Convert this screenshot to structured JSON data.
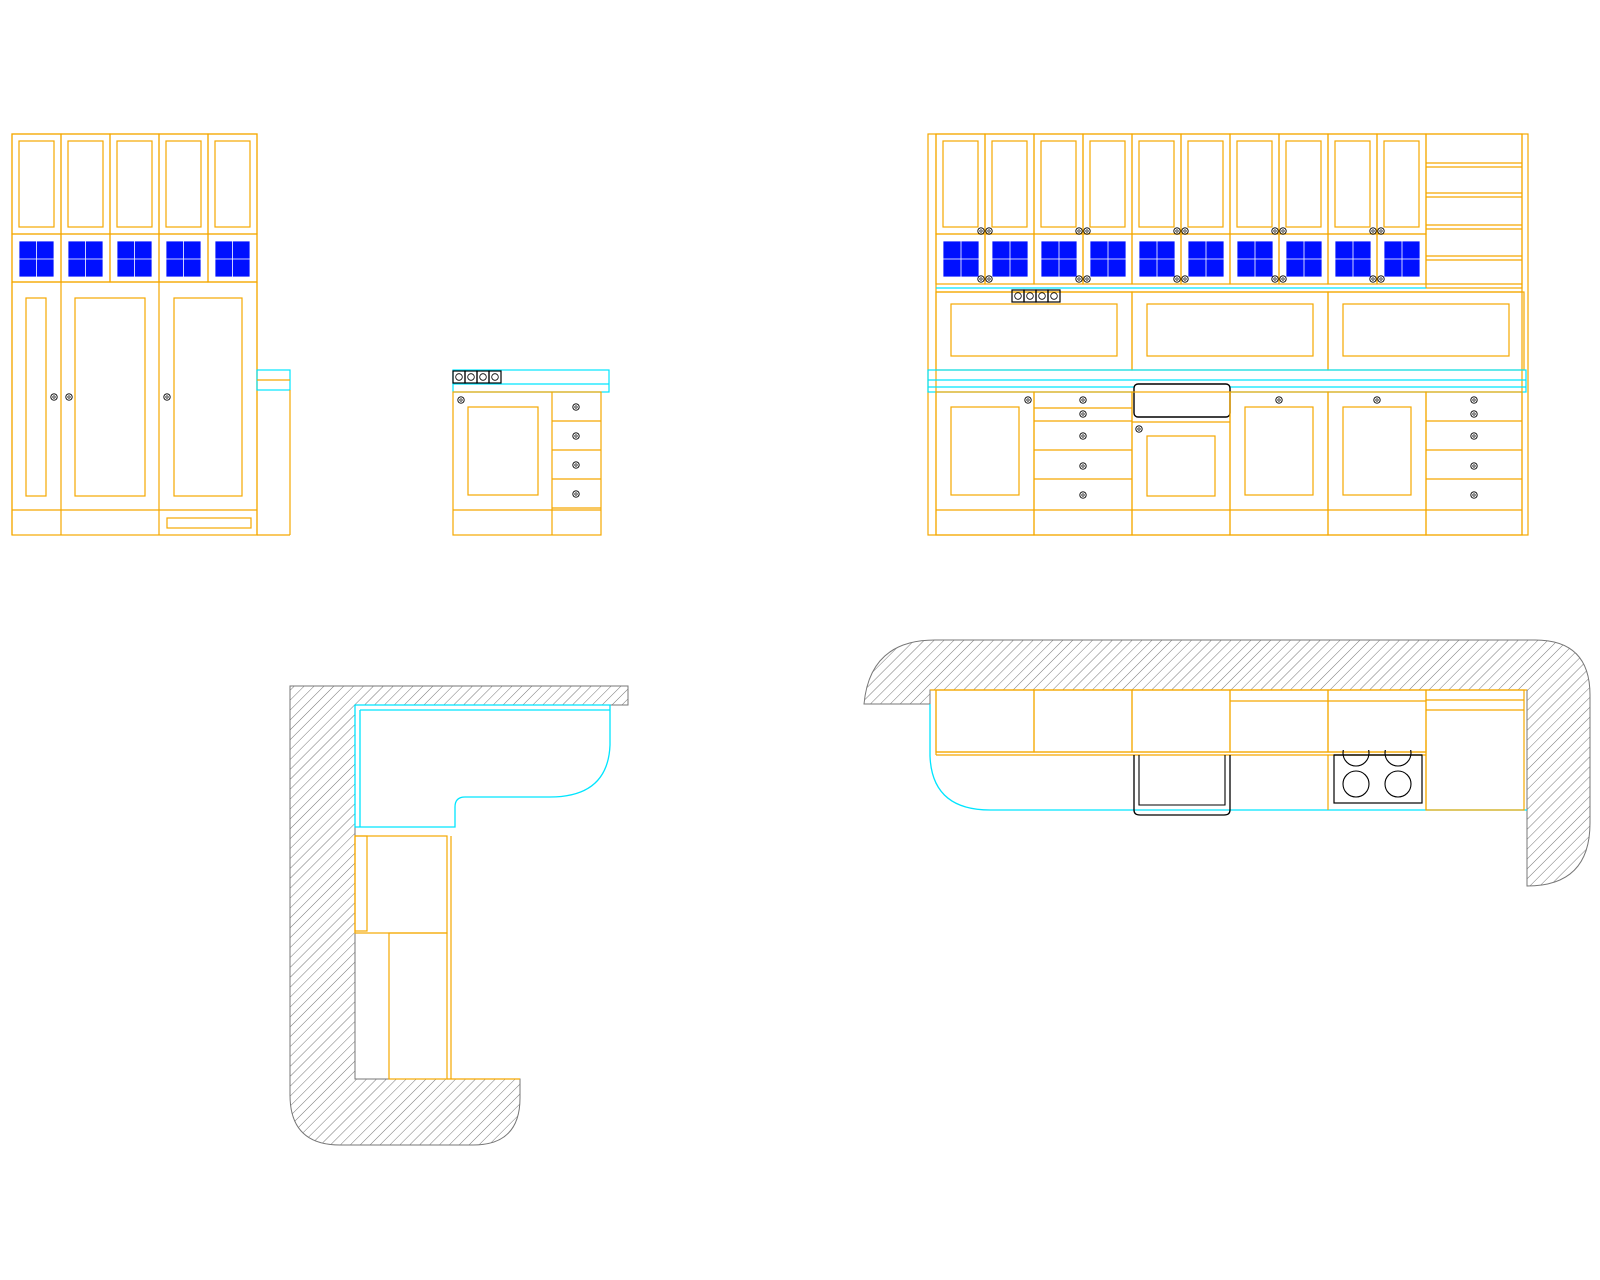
{
  "colors": {
    "cabinet_line": "#f5a800",
    "countertop_line": "#00e5ff",
    "glass_fill": "#0010ff",
    "hardware_line": "#000000",
    "wall_hatch": "#777777",
    "background": "#ffffff"
  },
  "views": [
    {
      "name": "elevation-left-wall"
    },
    {
      "name": "elevation-peninsula"
    },
    {
      "name": "elevation-main-wall"
    },
    {
      "name": "plan-l-shaped-counter"
    },
    {
      "name": "plan-main-run"
    }
  ],
  "symbols": {
    "knob": "knob-icon",
    "sink": "sink-icon",
    "cooktop": "cooktop-icon",
    "outlet": "outlet-icon"
  },
  "main_wall": {
    "upper_bays": 5,
    "base_units": [
      "door",
      "drawer-stack",
      "sink",
      "door",
      "door",
      "drawer-stack"
    ],
    "cooktop_burners": 4
  },
  "left_wall": {
    "upper_bays": 5,
    "pantry_doors": 3
  },
  "peninsula": {
    "drawers": 4
  }
}
